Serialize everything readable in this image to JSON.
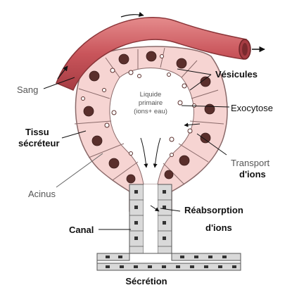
{
  "labels": {
    "sang": "Sang",
    "vesicules": "Vésicules",
    "liquide_line1": "Liquide",
    "liquide_line2": "primaire",
    "liquide_line3": "(ions+ eau)",
    "exocytose": "Exocytose",
    "tissu_line1": "Tissu",
    "tissu_line2": "sécréteur",
    "transport_line1": "Transport",
    "transport_line2": "d'ions",
    "acinus": "Acinus",
    "reabsorption_line1": "Réabsorption",
    "reabsorption_line2": "d'ions",
    "canal": "Canal",
    "secretion": "Sécrétion"
  },
  "colors": {
    "vessel": "#c9555b",
    "vessel_highlight": "#e58b8c",
    "cell_fill": "#f6d4d2",
    "cell_border": "#8a6a6a",
    "nucleus": "#5a2f2c",
    "duct_cell": "#d9d9d9",
    "lumen": "#ffffff"
  }
}
